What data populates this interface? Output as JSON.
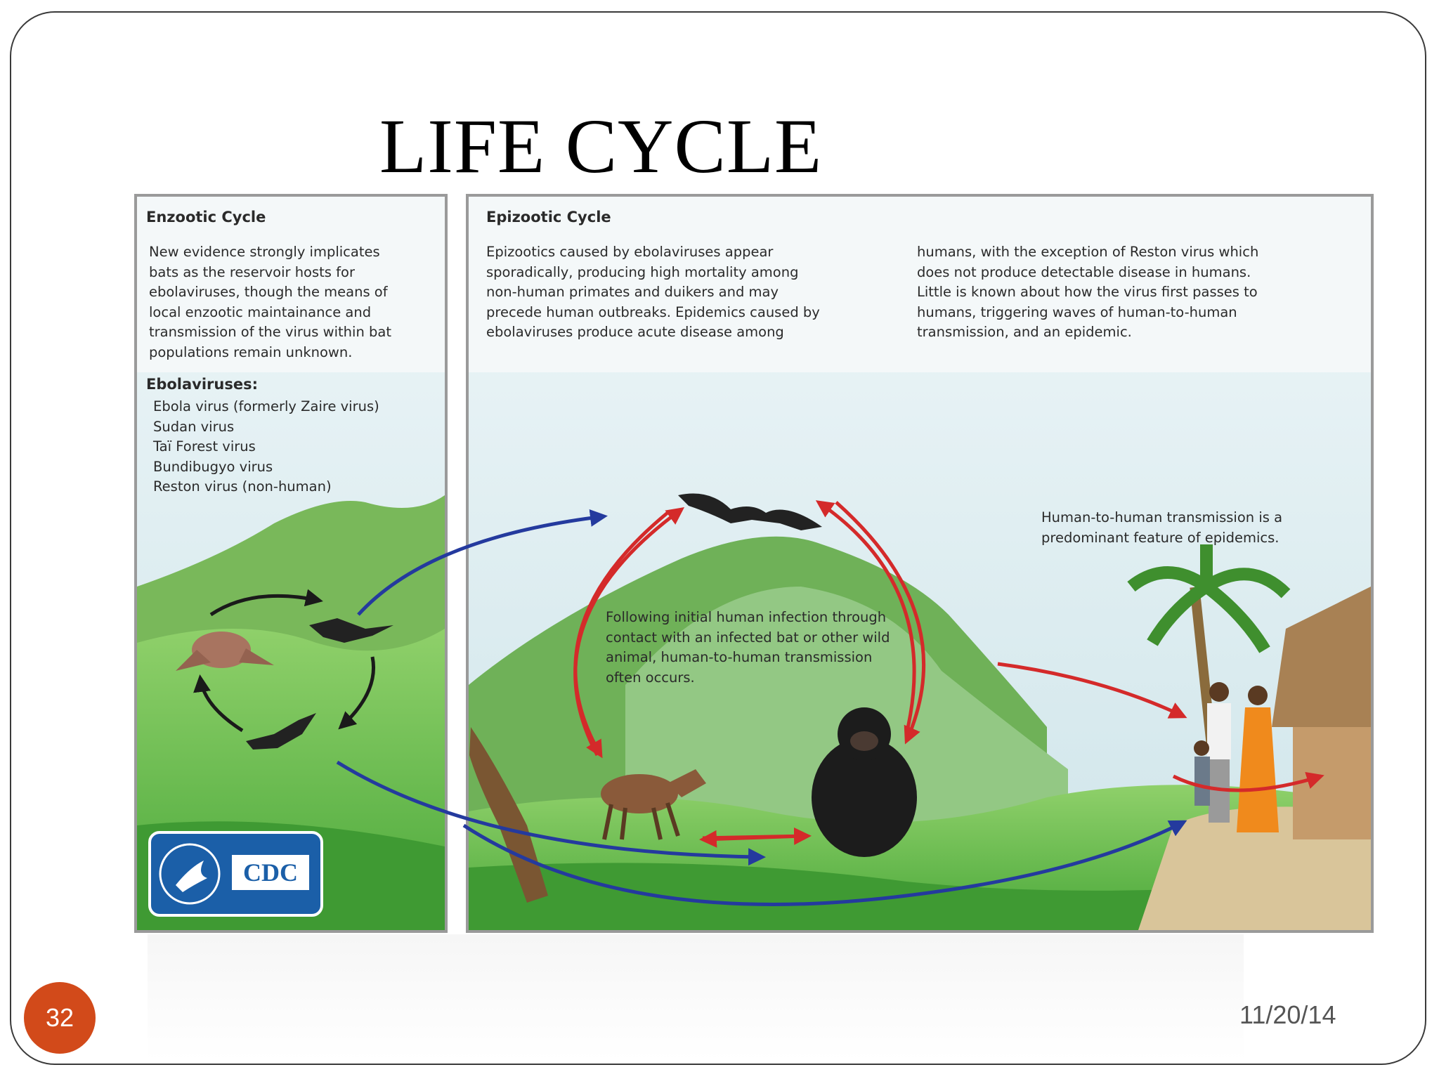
{
  "slide": {
    "title": "LIFE CYCLE",
    "number": "32",
    "date": "11/20/14"
  },
  "enzootic": {
    "heading": "Enzootic Cycle",
    "description": "New evidence strongly implicates\nbats as the reservoir hosts for\nebolaviruses, though the means of\nlocal enzootic maintainance and\ntransmission of the virus within bat\npopulations remain unknown.",
    "list_heading": "Ebolaviruses:",
    "viruses": [
      "Ebola virus (formerly Zaire virus)",
      "Sudan virus",
      "Taï Forest virus",
      "Bundibugyo virus",
      "Reston virus (non-human)"
    ],
    "logo_text": "CDC"
  },
  "epizootic": {
    "heading": "Epizootic Cycle",
    "description_left": "Epizootics caused by ebolaviruses appear\nsporadically, producing high mortality among\nnon-human primates and duikers and may\nprecede human outbreaks. Epidemics caused by\nebolaviruses produce acute disease among",
    "description_right": "humans, with the exception of Reston virus which\ndoes not produce detectable disease in humans.\nLittle is known about how the virus first passes to\nhumans, triggering waves of human-to-human\ntransmission, and an epidemic.",
    "infection_note": "Following initial human infection through\ncontact with an infected bat or other wild\nanimal, human-to-human transmission\noften occurs.",
    "h2h_note": "Human-to-human transmission is a\npredominant feature of epidemics."
  },
  "colors": {
    "red_arrow": "#d42a2a",
    "blue_arrow": "#243a9e",
    "black_arrow": "#1a1a1a",
    "cdc_blue": "#1b5fa8",
    "slide_number_bg": "#d24a1a"
  }
}
